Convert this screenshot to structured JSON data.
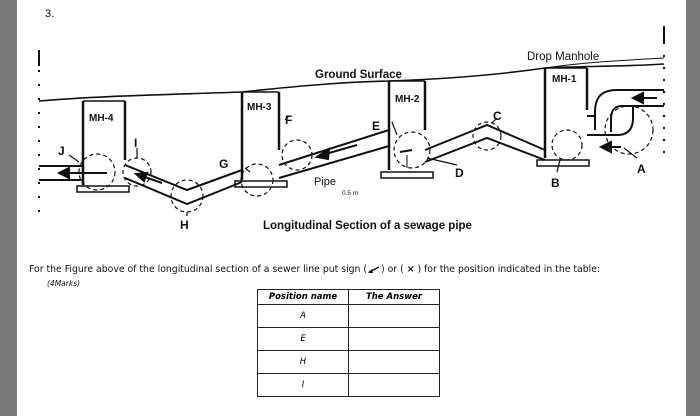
{
  "question_number": "3.",
  "diagram": {
    "title": "Longitudinal Section of a sewage pipe",
    "labels": {
      "drop_manhole": "Drop Manhole",
      "ground_surface": "Ground Surface",
      "pipe": "Pipe",
      "depth": "0.5 m",
      "mh1": "MH-1",
      "mh2": "MH-2",
      "mh3": "MH-3",
      "mh4": "MH-4",
      "a": "A",
      "b": "B",
      "c": "C",
      "d": "D",
      "e": "E",
      "f": "F",
      "g": "G",
      "h": "H",
      "i": "I",
      "j": "J"
    }
  },
  "instruction": {
    "before": "For the Figure above of the longitudinal section of a sewer line put sign (",
    "middle": ") or (",
    "cross": "×",
    "after": ") for the position indicated in the table:",
    "marks": "(4Marks)"
  },
  "table": {
    "headers": [
      "Position name",
      "The Answer"
    ],
    "rows": [
      {
        "position": "A",
        "answer": ""
      },
      {
        "position": "E",
        "answer": ""
      },
      {
        "position": "H",
        "answer": ""
      },
      {
        "position": "I",
        "answer": ""
      }
    ]
  }
}
